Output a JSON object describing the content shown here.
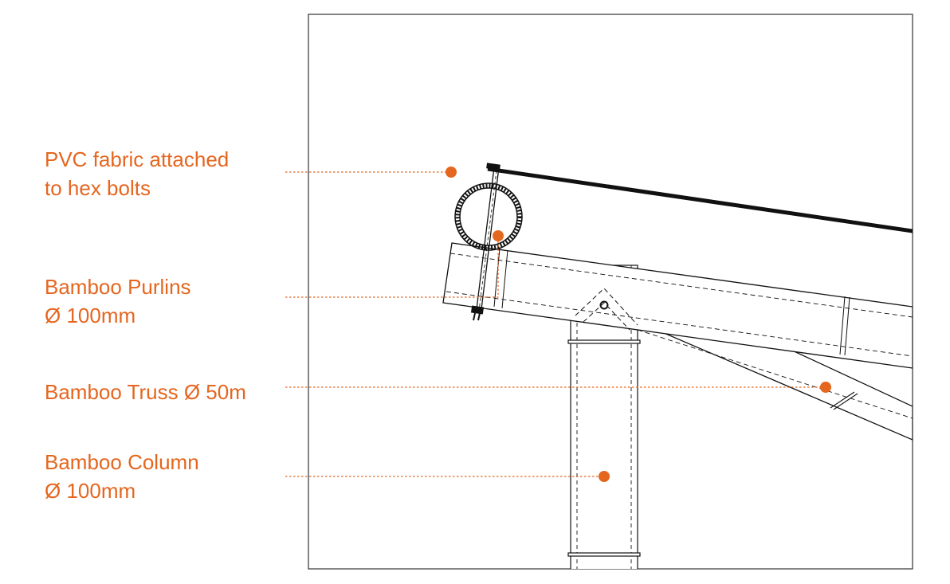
{
  "colors": {
    "accent": "#e5661f",
    "line": "#111111"
  },
  "labels": {
    "pvc": {
      "line1": "PVC fabric attached",
      "line2": "to hex bolts"
    },
    "purlin": {
      "line1": "Bamboo Purlins",
      "line2": "Ø 100mm"
    },
    "truss": {
      "line1": "Bamboo Truss Ø 50m"
    },
    "column": {
      "line1": "Bamboo Column",
      "line2": "Ø 100mm"
    }
  }
}
